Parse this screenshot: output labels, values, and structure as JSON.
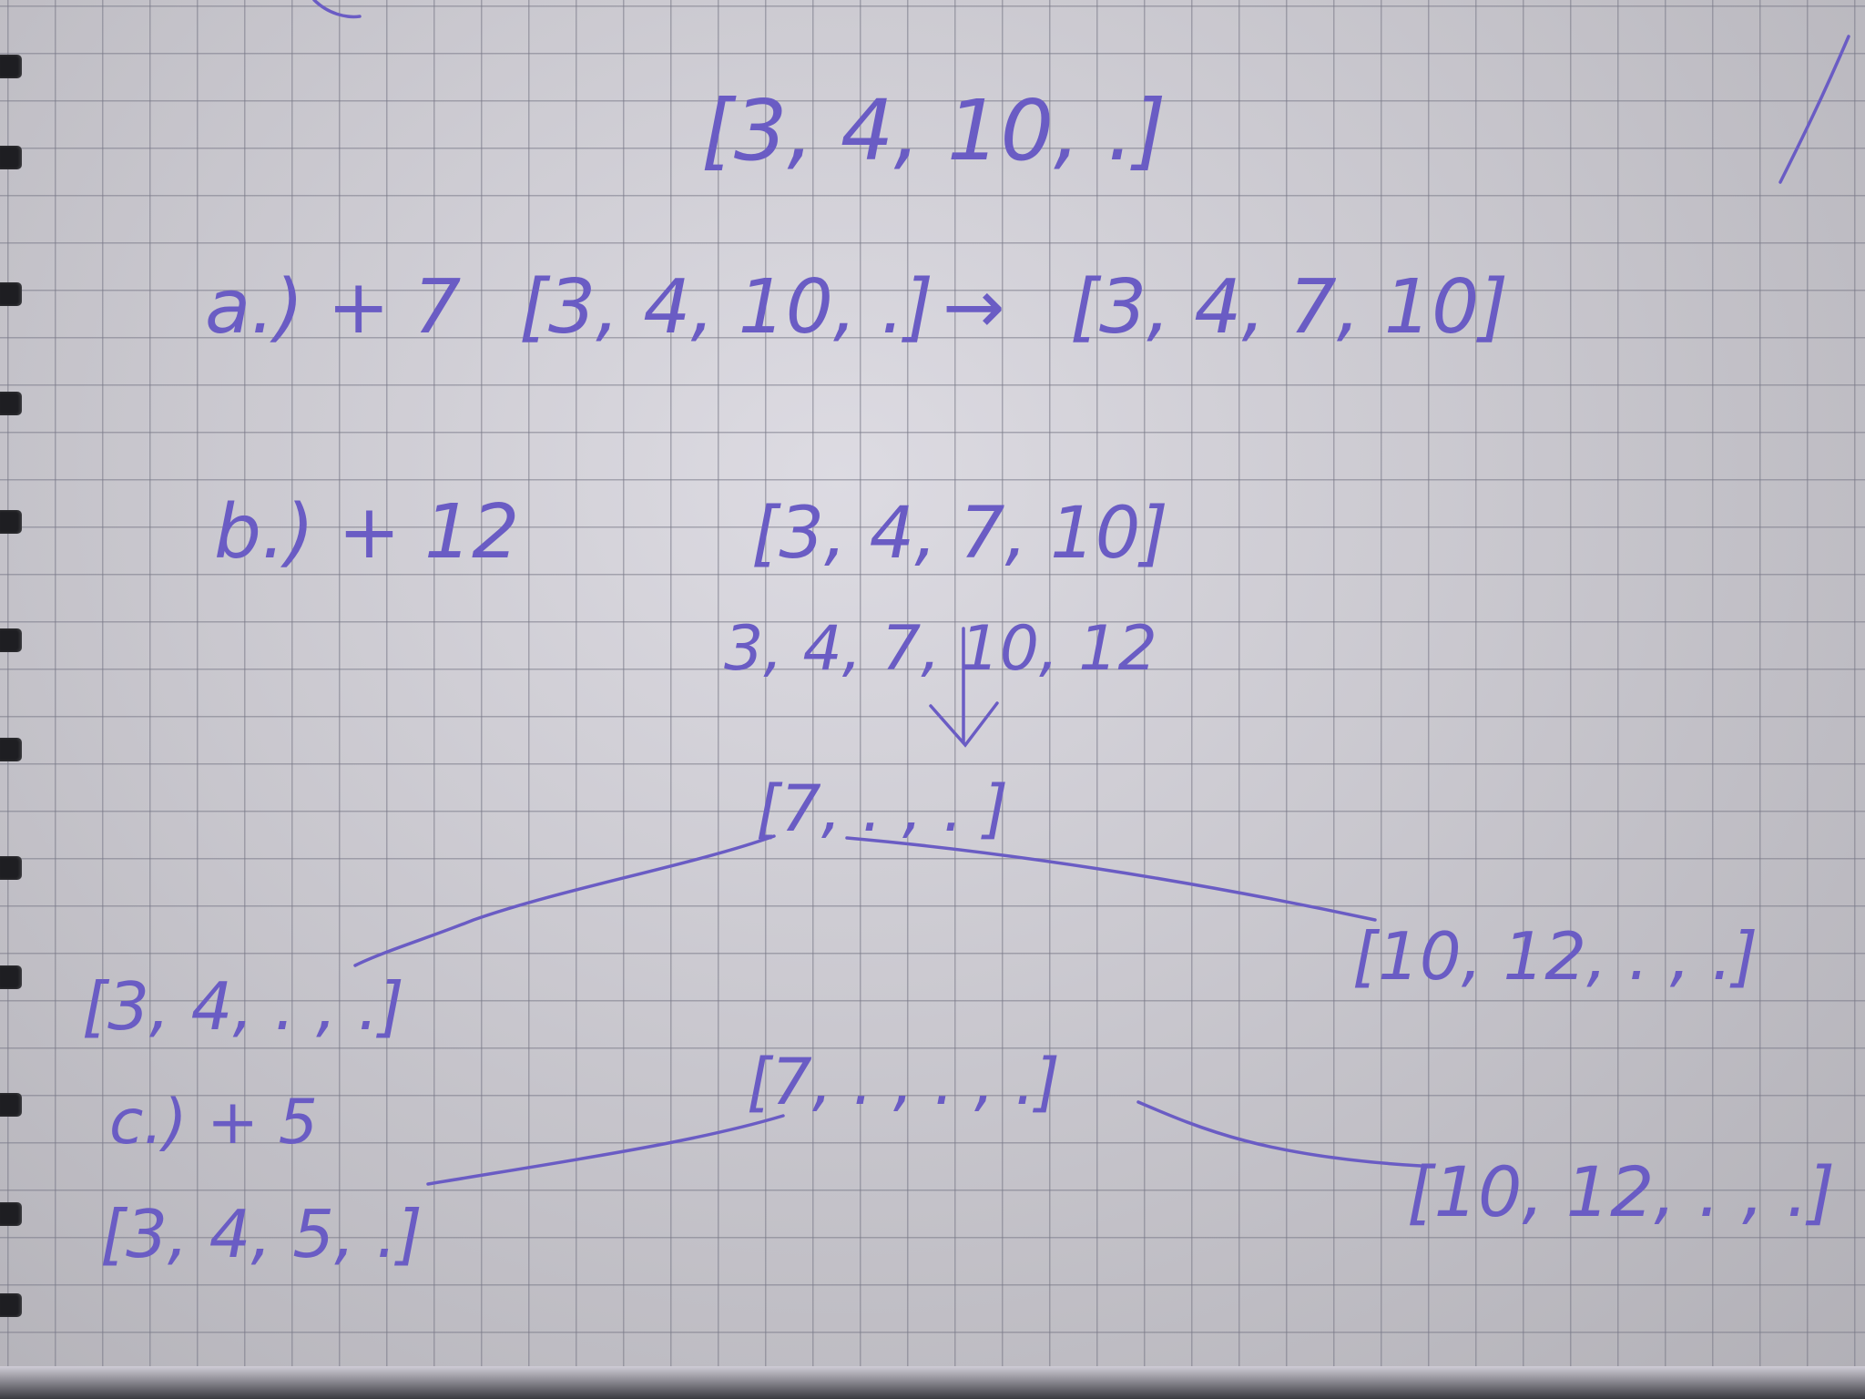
{
  "lines": {
    "line1": "[3, 4, 10, .]",
    "line2_label": "a.) + 7",
    "line2_before": "[3, 4, 10, .]",
    "line2_arrow": "→",
    "line2_after": "[3, 4, 7, 10]",
    "line3_label": "b.) + 12",
    "line3_array": "[3, 4, 7, 10]",
    "line4_overflow": "3, 4, 7, 10, 12"
  },
  "tree1": {
    "root": "[7, . , . ]",
    "left": "[3, 4, . , .]",
    "right": "[10, 12, . , .]"
  },
  "label_c": "c.) + 5",
  "tree2": {
    "root": "[7, . , . , .]",
    "left": "[3, 4, 5, .]",
    "right": "[10, 12, . , .]"
  },
  "colors": {
    "ink": "#6a5cc4",
    "paper": "#d9d7df",
    "grid": "#8a8a96"
  }
}
